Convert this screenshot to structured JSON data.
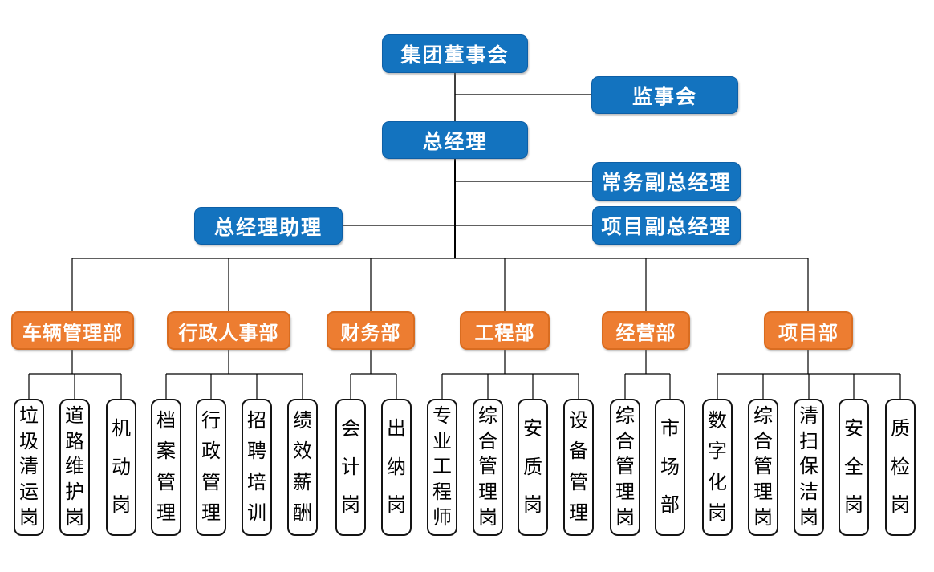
{
  "org": {
    "board": {
      "label": "集团董事会"
    },
    "supervisory": {
      "label": "监事会"
    },
    "gm": {
      "label": "总经理"
    },
    "exec_deputy_gm": {
      "label": "常务副总经理"
    },
    "gm_assistant": {
      "label": "总经理助理"
    },
    "project_deputy_gm": {
      "label": "项目副总经理"
    },
    "departments": [
      {
        "label": "车辆管理部",
        "positions": [
          "垃圾清运岗",
          "道路维护岗",
          "机动岗"
        ]
      },
      {
        "label": "行政人事部",
        "positions": [
          "档案管理",
          "行政管理",
          "招聘培训",
          "绩效薪酬"
        ]
      },
      {
        "label": "财务部",
        "positions": [
          "会计岗",
          "出纳岗"
        ]
      },
      {
        "label": "工程部",
        "positions": [
          "专业工程师",
          "综合管理岗",
          "安质岗",
          "设备管理"
        ]
      },
      {
        "label": "经营部",
        "positions": [
          "综合管理岗",
          "市场部"
        ]
      },
      {
        "label": "项目部",
        "positions": [
          "数字化岗",
          "综合管理岗",
          "清扫保洁岗",
          "安全岗",
          "质检岗"
        ]
      }
    ],
    "colors": {
      "executive_box": "#1373BF",
      "department_box": "#ED7D31",
      "department_border": "#D96C20",
      "position_border": "#141414",
      "connector": "#000000",
      "text_on_color": "#FFFFFF",
      "text_on_white": "#000000"
    }
  }
}
